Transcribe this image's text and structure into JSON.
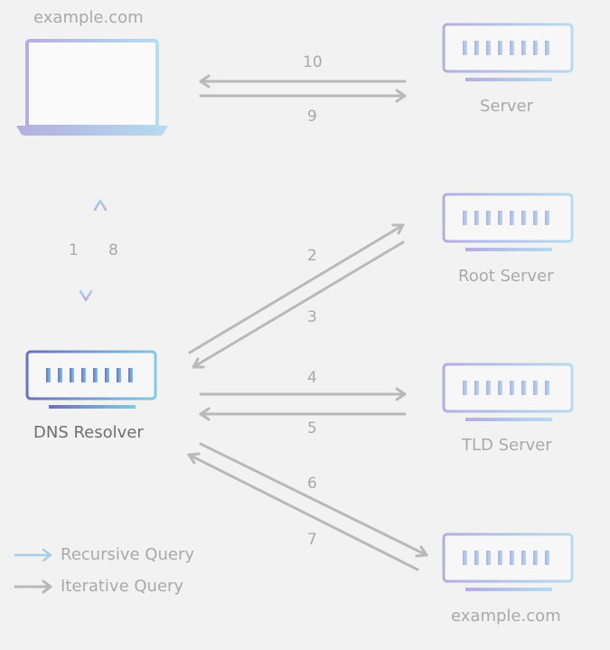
{
  "client": {
    "label": "example.com"
  },
  "servers": {
    "server": {
      "label": "Server"
    },
    "root": {
      "label": "Root Server"
    },
    "tld": {
      "label": "TLD Server"
    },
    "authoritative": {
      "label": "example.com"
    }
  },
  "resolver": {
    "label": "DNS Resolver"
  },
  "steps": [
    "1",
    "2",
    "3",
    "4",
    "5",
    "6",
    "7",
    "8",
    "9",
    "10"
  ],
  "legend": {
    "recursive": "Recursive Query",
    "iterative": "Iterative Query"
  },
  "colors": {
    "recursive_arrow": "#a8cde6",
    "iterative_arrow": "#b9b9b9",
    "gradient_start": "#b4aee0",
    "gradient_end": "#b5dcf0",
    "resolver_start": "#6d6fc0",
    "resolver_end": "#7ecbe8"
  },
  "icons": {
    "client": "laptop-icon",
    "server": "server-icon",
    "resolver": "dns-server-icon"
  }
}
